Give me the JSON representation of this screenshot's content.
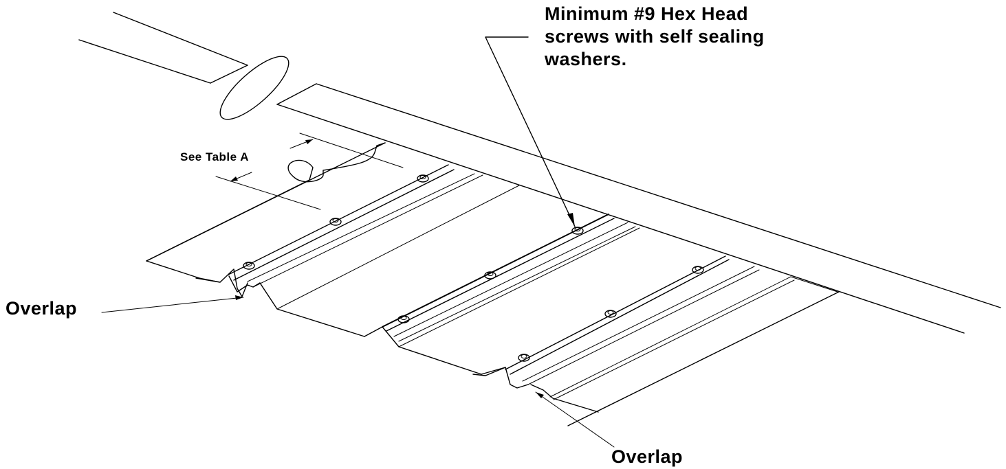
{
  "labels": {
    "screw_note": [
      "Minimum #9 Hex Head",
      "screws with self sealing",
      "washers."
    ],
    "table_ref": "See Table A",
    "overlap_left": "Overlap",
    "overlap_right": "Overlap"
  },
  "colors": {
    "line": "#000000",
    "background": "#ffffff"
  },
  "icons": {
    "screw": "hex-head-screw-icon",
    "break": "break-symbol"
  }
}
